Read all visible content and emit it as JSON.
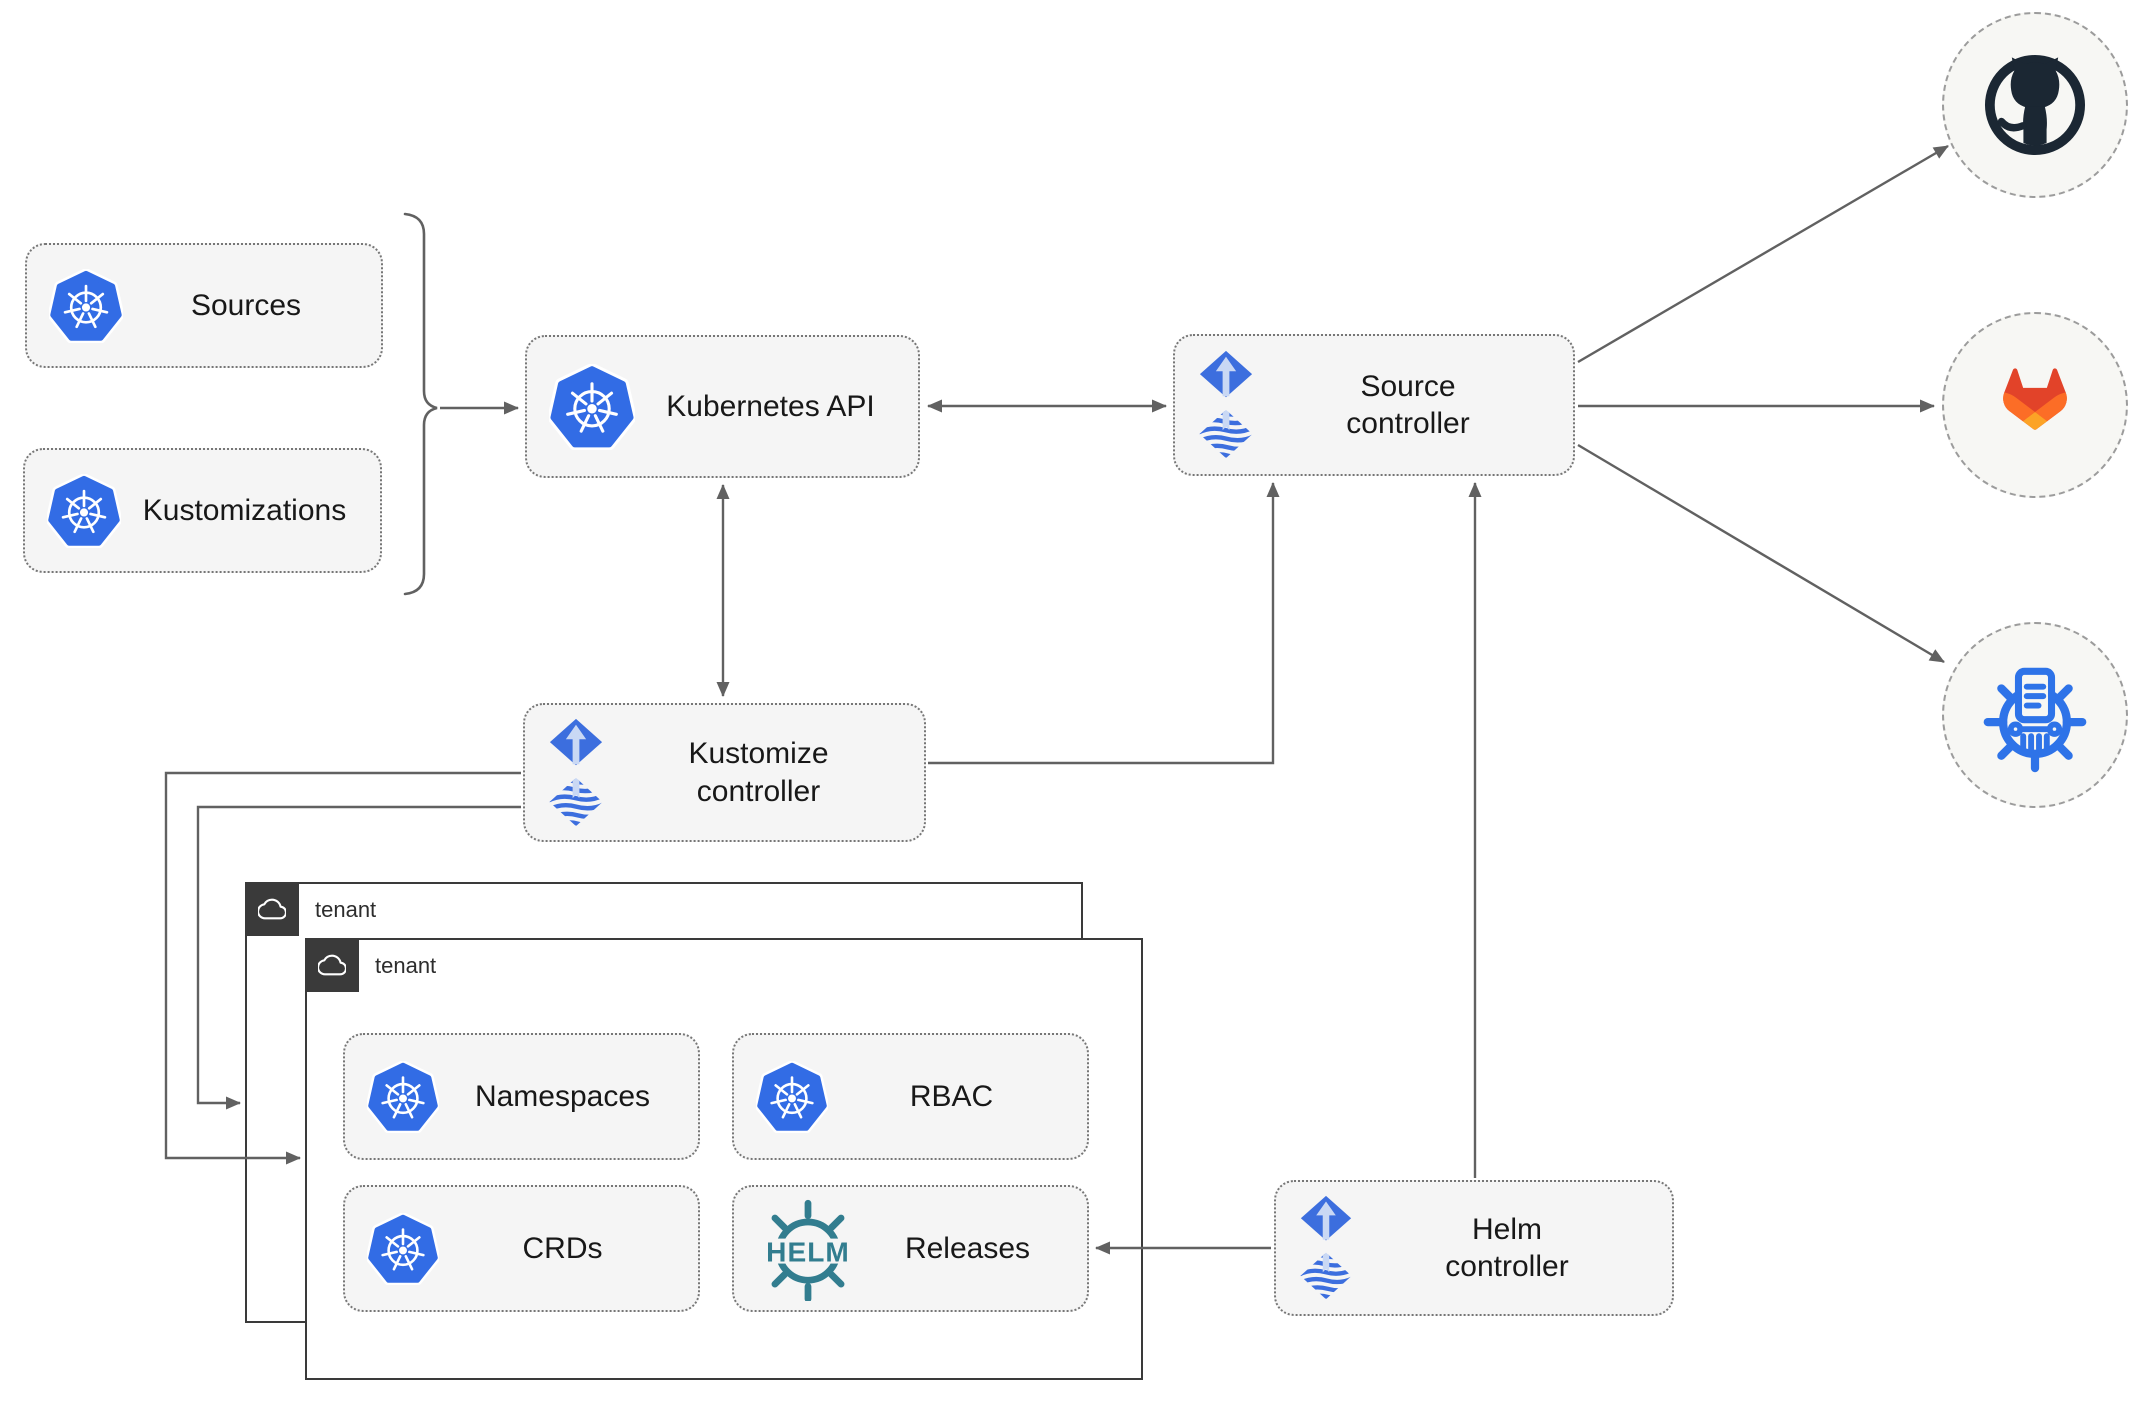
{
  "nodes": {
    "sources": {
      "label": "Sources",
      "icon": "kubernetes"
    },
    "kustomizations": {
      "label": "Kustomizations",
      "icon": "kubernetes"
    },
    "kubernetes_api": {
      "label": "Kubernetes API",
      "icon": "kubernetes"
    },
    "source_controller": {
      "label": "Source\ncontroller",
      "icon": "flux"
    },
    "kustomize_controller": {
      "label": "Kustomize\ncontroller",
      "icon": "flux"
    },
    "helm_controller": {
      "label": "Helm\ncontroller",
      "icon": "flux"
    },
    "namespaces": {
      "label": "Namespaces",
      "icon": "kubernetes"
    },
    "rbac": {
      "label": "RBAC",
      "icon": "kubernetes"
    },
    "crds": {
      "label": "CRDs",
      "icon": "kubernetes"
    },
    "releases": {
      "label": "Releases",
      "icon": "helm"
    }
  },
  "tenants": {
    "outer": {
      "label": "tenant",
      "icon": "cloud"
    },
    "inner": {
      "label": "tenant",
      "icon": "cloud"
    }
  },
  "endpoints": {
    "github": {
      "icon": "github-logo"
    },
    "gitlab": {
      "icon": "gitlab-logo"
    },
    "registry": {
      "icon": "container-registry-wheel"
    }
  },
  "helm_logo": {
    "text": "HELM"
  },
  "edges": [
    {
      "from": "sources-and-kustomizations",
      "to": "kubernetes-api",
      "style": "arrow"
    },
    {
      "from": "kubernetes-api",
      "to": "source-controller",
      "style": "double-arrow"
    },
    {
      "from": "kubernetes-api",
      "to": "kustomize-controller",
      "style": "double-arrow"
    },
    {
      "from": "kustomize-controller",
      "to": "source-controller",
      "style": "arrow"
    },
    {
      "from": "kustomize-controller",
      "to": "tenant-outer",
      "style": "arrow"
    },
    {
      "from": "kustomize-controller",
      "to": "tenant-inner",
      "style": "arrow"
    },
    {
      "from": "helm-controller",
      "to": "source-controller",
      "style": "arrow"
    },
    {
      "from": "helm-controller",
      "to": "releases",
      "style": "arrow"
    },
    {
      "from": "source-controller",
      "to": "github",
      "style": "arrow"
    },
    {
      "from": "source-controller",
      "to": "gitlab",
      "style": "arrow"
    },
    {
      "from": "source-controller",
      "to": "registry",
      "style": "arrow"
    }
  ],
  "colors": {
    "k8s_blue": "#326CE5",
    "flux_blue": "#3C6EDE",
    "flux_arrow": "#C9D8F4",
    "helm_teal": "#327D8F",
    "github_dark": "#1B2733",
    "registry_blue": "#2E73E8",
    "gitlab_red": "#E24329",
    "gitlab_orange": "#FC6D26",
    "gitlab_yellow": "#FCA326",
    "arrow_gray": "#616161",
    "box_fill": "#F5F5F5",
    "box_border": "#767676",
    "tenant_dark": "#3A3A3A",
    "text_color": "#181818",
    "endpoint_bg": "#F7F7F4"
  }
}
